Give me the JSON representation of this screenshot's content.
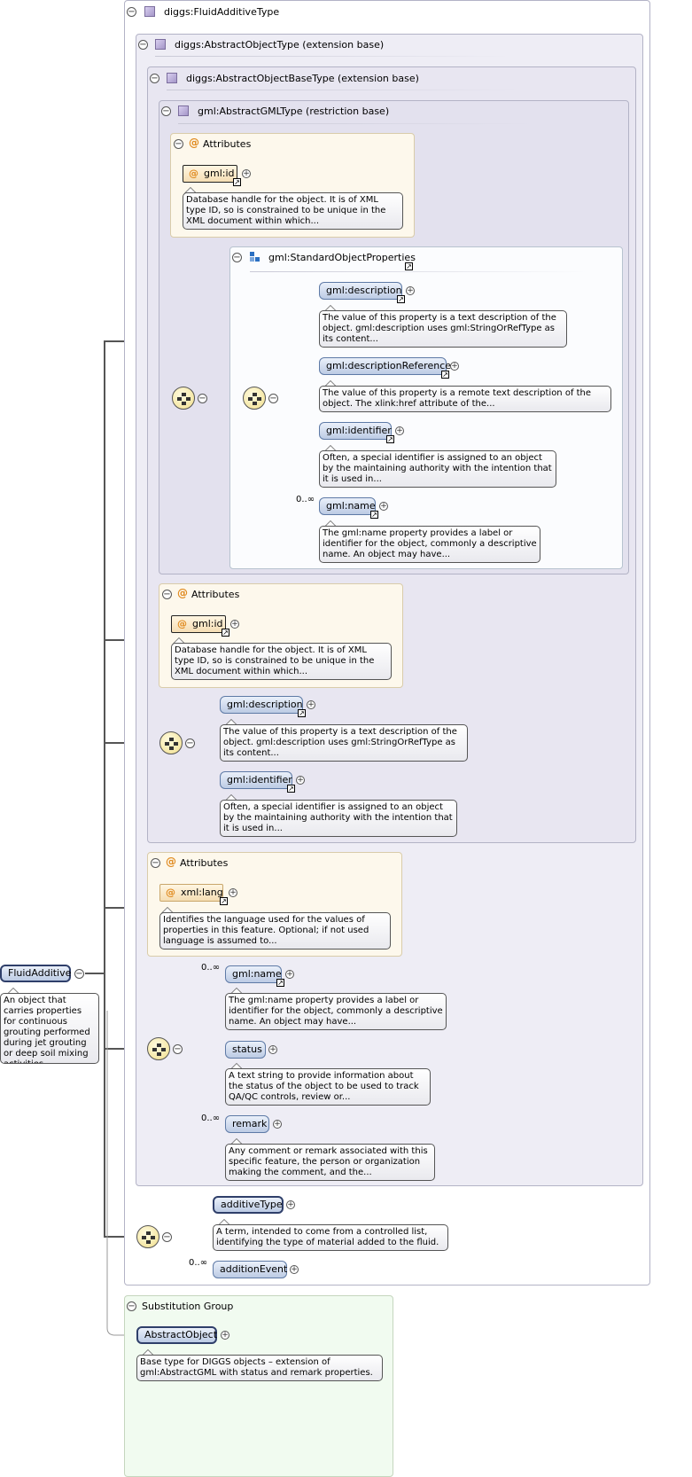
{
  "colors": {
    "complex_bg": "#eeedf5",
    "attr_bg": "#fdf8ec",
    "element_blue": "#bccbe4",
    "subst_bg": "#f1fbf0",
    "attr_symbol": "#e08a1e"
  },
  "icons": {
    "expand": "minus-circle",
    "add": "plus-circle",
    "reference": "arrow-ref-icon",
    "sequence": "sequence-compositor-icon",
    "attribute": "at-sign-icon",
    "type": "complex-type-icon"
  },
  "titles": {
    "fluid_type": "diggs:FluidAdditiveType",
    "abstract_object": "diggs:AbstractObjectType (extension base)",
    "abstract_object_base": "diggs:AbstractObjectBaseType (extension base)",
    "abstract_gml": "gml:AbstractGMLType (restriction base)",
    "std_props": "gml:StandardObjectProperties",
    "attributes": "Attributes",
    "subst_group": "Substitution Group"
  },
  "root": {
    "name": "FluidAdditive",
    "doc": "An object that carries properties for continuous grouting performed during jet grouting or deep soil mixing activities"
  },
  "gml_id": {
    "name": "gml:id",
    "doc": "Database handle for the object. It is of XML type ID, so is constrained to be unique in the XML document within which..."
  },
  "std": {
    "description": {
      "name": "gml:description",
      "doc": "The value of this property is a text description of the object. gml:description uses gml:StringOrRefType as its content..."
    },
    "description_reference": {
      "name": "gml:descriptionReference",
      "doc": "The value of this property is a remote text description of the object. The xlink:href attribute of the..."
    },
    "identifier": {
      "name": "gml:identifier",
      "doc": "Often, a special identifier is assigned to an object by the maintaining authority with the intention that it is used in..."
    },
    "name": {
      "name": "gml:name",
      "card": "0..∞",
      "doc": "The gml:name property provides a label or identifier for the object, commonly a descriptive name. An object may have..."
    }
  },
  "xml_lang": {
    "name": "xml:lang",
    "doc": "Identifies the language used for the values of properties in this feature. Optional; if not used language is assumed to..."
  },
  "object_seq": {
    "name": {
      "name": "gml:name",
      "card": "0..∞",
      "doc": "The gml:name property provides a label or identifier for the object, commonly a descriptive name. An object may have..."
    },
    "status": {
      "name": "status",
      "doc": "A text string to provide information about the status of the object to be used to track QA/QC controls, review or..."
    },
    "remark": {
      "name": "remark",
      "card": "0..∞",
      "doc": "Any comment or remark associated with this specific feature, the person or organization making the comment, and the..."
    }
  },
  "fluid_seq": {
    "additive_type": {
      "name": "additiveType",
      "doc": "A term, intended to come from a controlled list, identifying the type of material added to the fluid."
    },
    "addition_event": {
      "name": "additionEvent",
      "card": "0..∞"
    }
  },
  "subst": {
    "name": "AbstractObject",
    "doc": "Base type for DIGGS objects – extension of gml:AbstractGML with status and remark properties."
  }
}
